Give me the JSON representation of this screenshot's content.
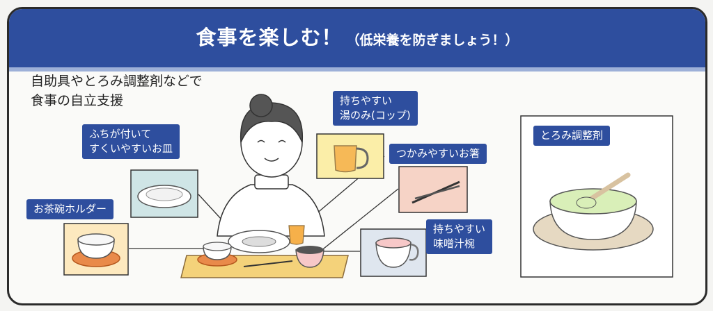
{
  "title": {
    "main": "食事を楽しむ！",
    "sub": "（低栄養を防ぎましょう！）"
  },
  "intro": {
    "line1": "自助具やとろみ調整剤などで",
    "line2": "食事の自立支援"
  },
  "labels": {
    "plate": {
      "line1": "ふちが付いて",
      "line2": "すくいやすいお皿"
    },
    "bowl_holder": {
      "line1": "お茶碗ホルダー"
    },
    "cup": {
      "line1": "持ちやすい",
      "line2": "湯のみ(コップ)"
    },
    "chopsticks": {
      "line1": "つかみやすいお箸"
    },
    "soup_bowl": {
      "line1": "持ちやすい",
      "line2": "味噌汁椀"
    },
    "thickener": {
      "line1": "とろみ調整剤"
    }
  },
  "colors": {
    "header": "#2e4e9e",
    "label": "#2e4e9e",
    "plate_box": "#cfe5e6",
    "holder_box": "#fde9bf",
    "cup_box": "#fbeea8",
    "chopsticks_box": "#f6d3c6",
    "soup_box": "#dfe6ef"
  }
}
